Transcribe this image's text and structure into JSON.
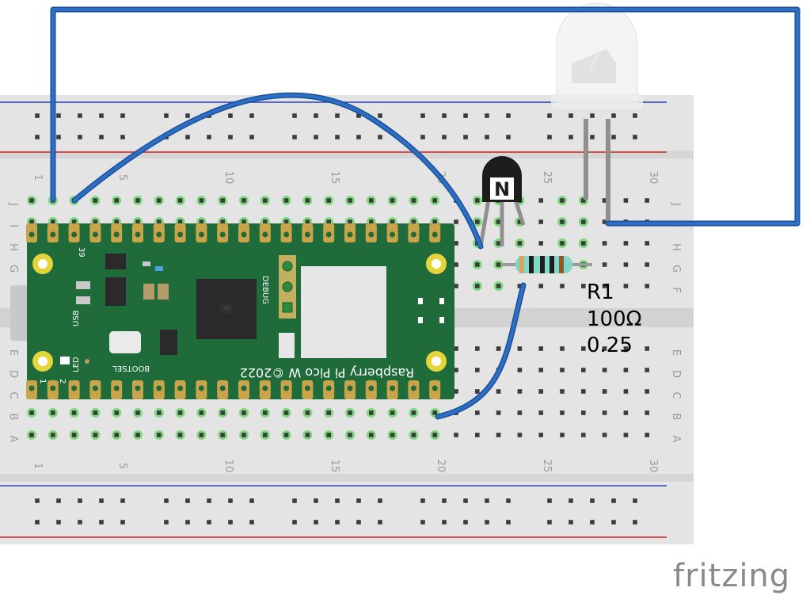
{
  "breadboard": {
    "column_numbers": [
      "1",
      "5",
      "10",
      "15",
      "20",
      "25",
      "30"
    ],
    "row_letters_top": [
      "J",
      "I",
      "H",
      "G",
      "F"
    ],
    "row_letters_bottom": [
      "E",
      "D",
      "C",
      "B",
      "A"
    ]
  },
  "board": {
    "name": "Raspberry Pi Pico W ©2022",
    "usb_label": "USB",
    "led_label": "LED",
    "bootsel_label": "BOOTSEL",
    "debug_label": "DEBUG",
    "pin_39": "39",
    "pin_1": "1",
    "pin_2": "2"
  },
  "transistor": {
    "symbol": "N"
  },
  "resistor": {
    "label": "R1",
    "value": "100Ω",
    "power": "0.25"
  },
  "logo": {
    "text": "fritzing"
  },
  "colors": {
    "wire": "#2d6fc4",
    "wire_outline": "#1a4f99",
    "board": "#1f6b3a",
    "breadboard": "#e4e4e4",
    "rail_red": "#d22020",
    "rail_blue": "#2a3fb0",
    "hole_highlight": "#7fd87f"
  }
}
